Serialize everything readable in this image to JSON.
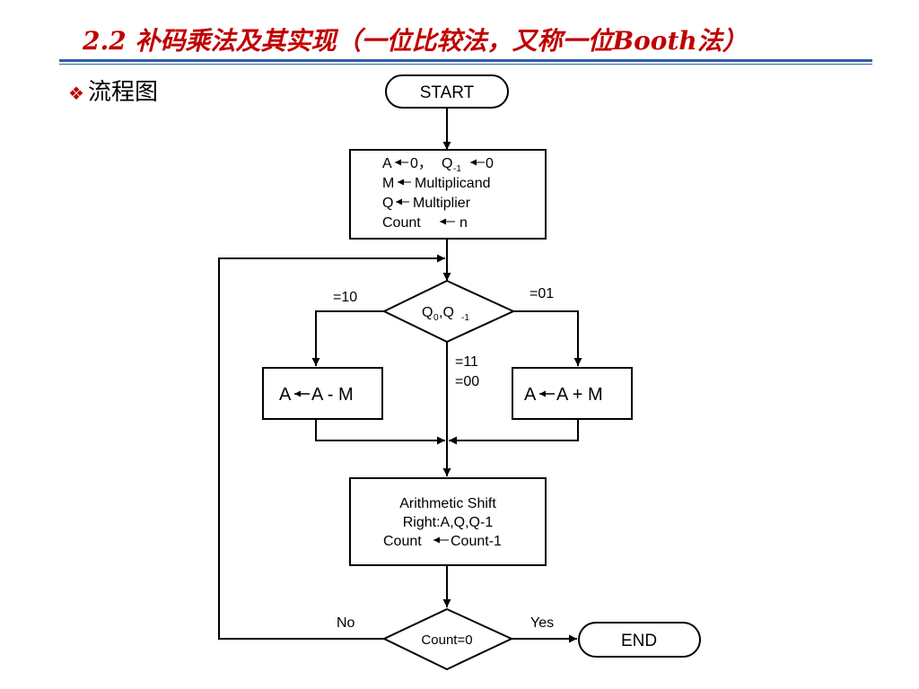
{
  "title": "2.2 补码乘法及其实现（一位比较法，又称一位Booth法）",
  "section": {
    "bullet_icon": "diamond-cluster-icon",
    "label": "流程图"
  },
  "flowchart": {
    "start": "START",
    "init": {
      "line1": {
        "reg": "A",
        "val": "0，",
        "q": "Q",
        "q_sub": "-1",
        "q_val": "0"
      },
      "line2": {
        "reg": "M",
        "val": "Multiplicand"
      },
      "line3": {
        "reg": "Q",
        "val": "Multiplier"
      },
      "line4": {
        "reg": "Count",
        "val": "n"
      }
    },
    "decision": {
      "q0": "Q",
      "q0_sub": "0",
      "sep": ",Q",
      "q1_sub": "-1"
    },
    "edge_left": "=10",
    "edge_right": "=01",
    "edge_mid_1": "=11",
    "edge_mid_2": "=00",
    "subtract": {
      "lhs": "A",
      "rhs": "A - M"
    },
    "add": {
      "lhs": "A",
      "rhs": "A + M"
    },
    "shift": {
      "line1": "Arithmetic Shift",
      "line2": "Right:A,Q,Q-1",
      "line3_lhs": "Count",
      "line3_rhs": "Count-1"
    },
    "end_check": "Count=0",
    "edge_no": "No",
    "edge_yes": "Yes",
    "end": "END"
  }
}
